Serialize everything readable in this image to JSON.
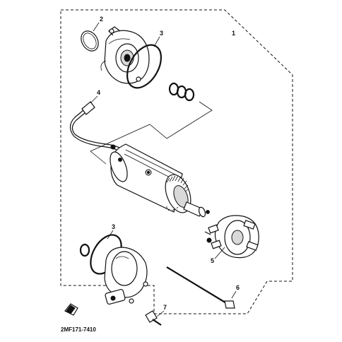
{
  "callouts": {
    "assembly": "1",
    "oring_top": "2",
    "gasket_top": "3",
    "lead_wire": "4",
    "gasket_bottom": "3",
    "brush_holder": "5",
    "through_bolt": "6",
    "screw": "7"
  },
  "diagram_code": "2MF171-7410",
  "colors": {
    "line": "#111111",
    "background": "#ffffff",
    "shade": "#d9d9d9"
  }
}
